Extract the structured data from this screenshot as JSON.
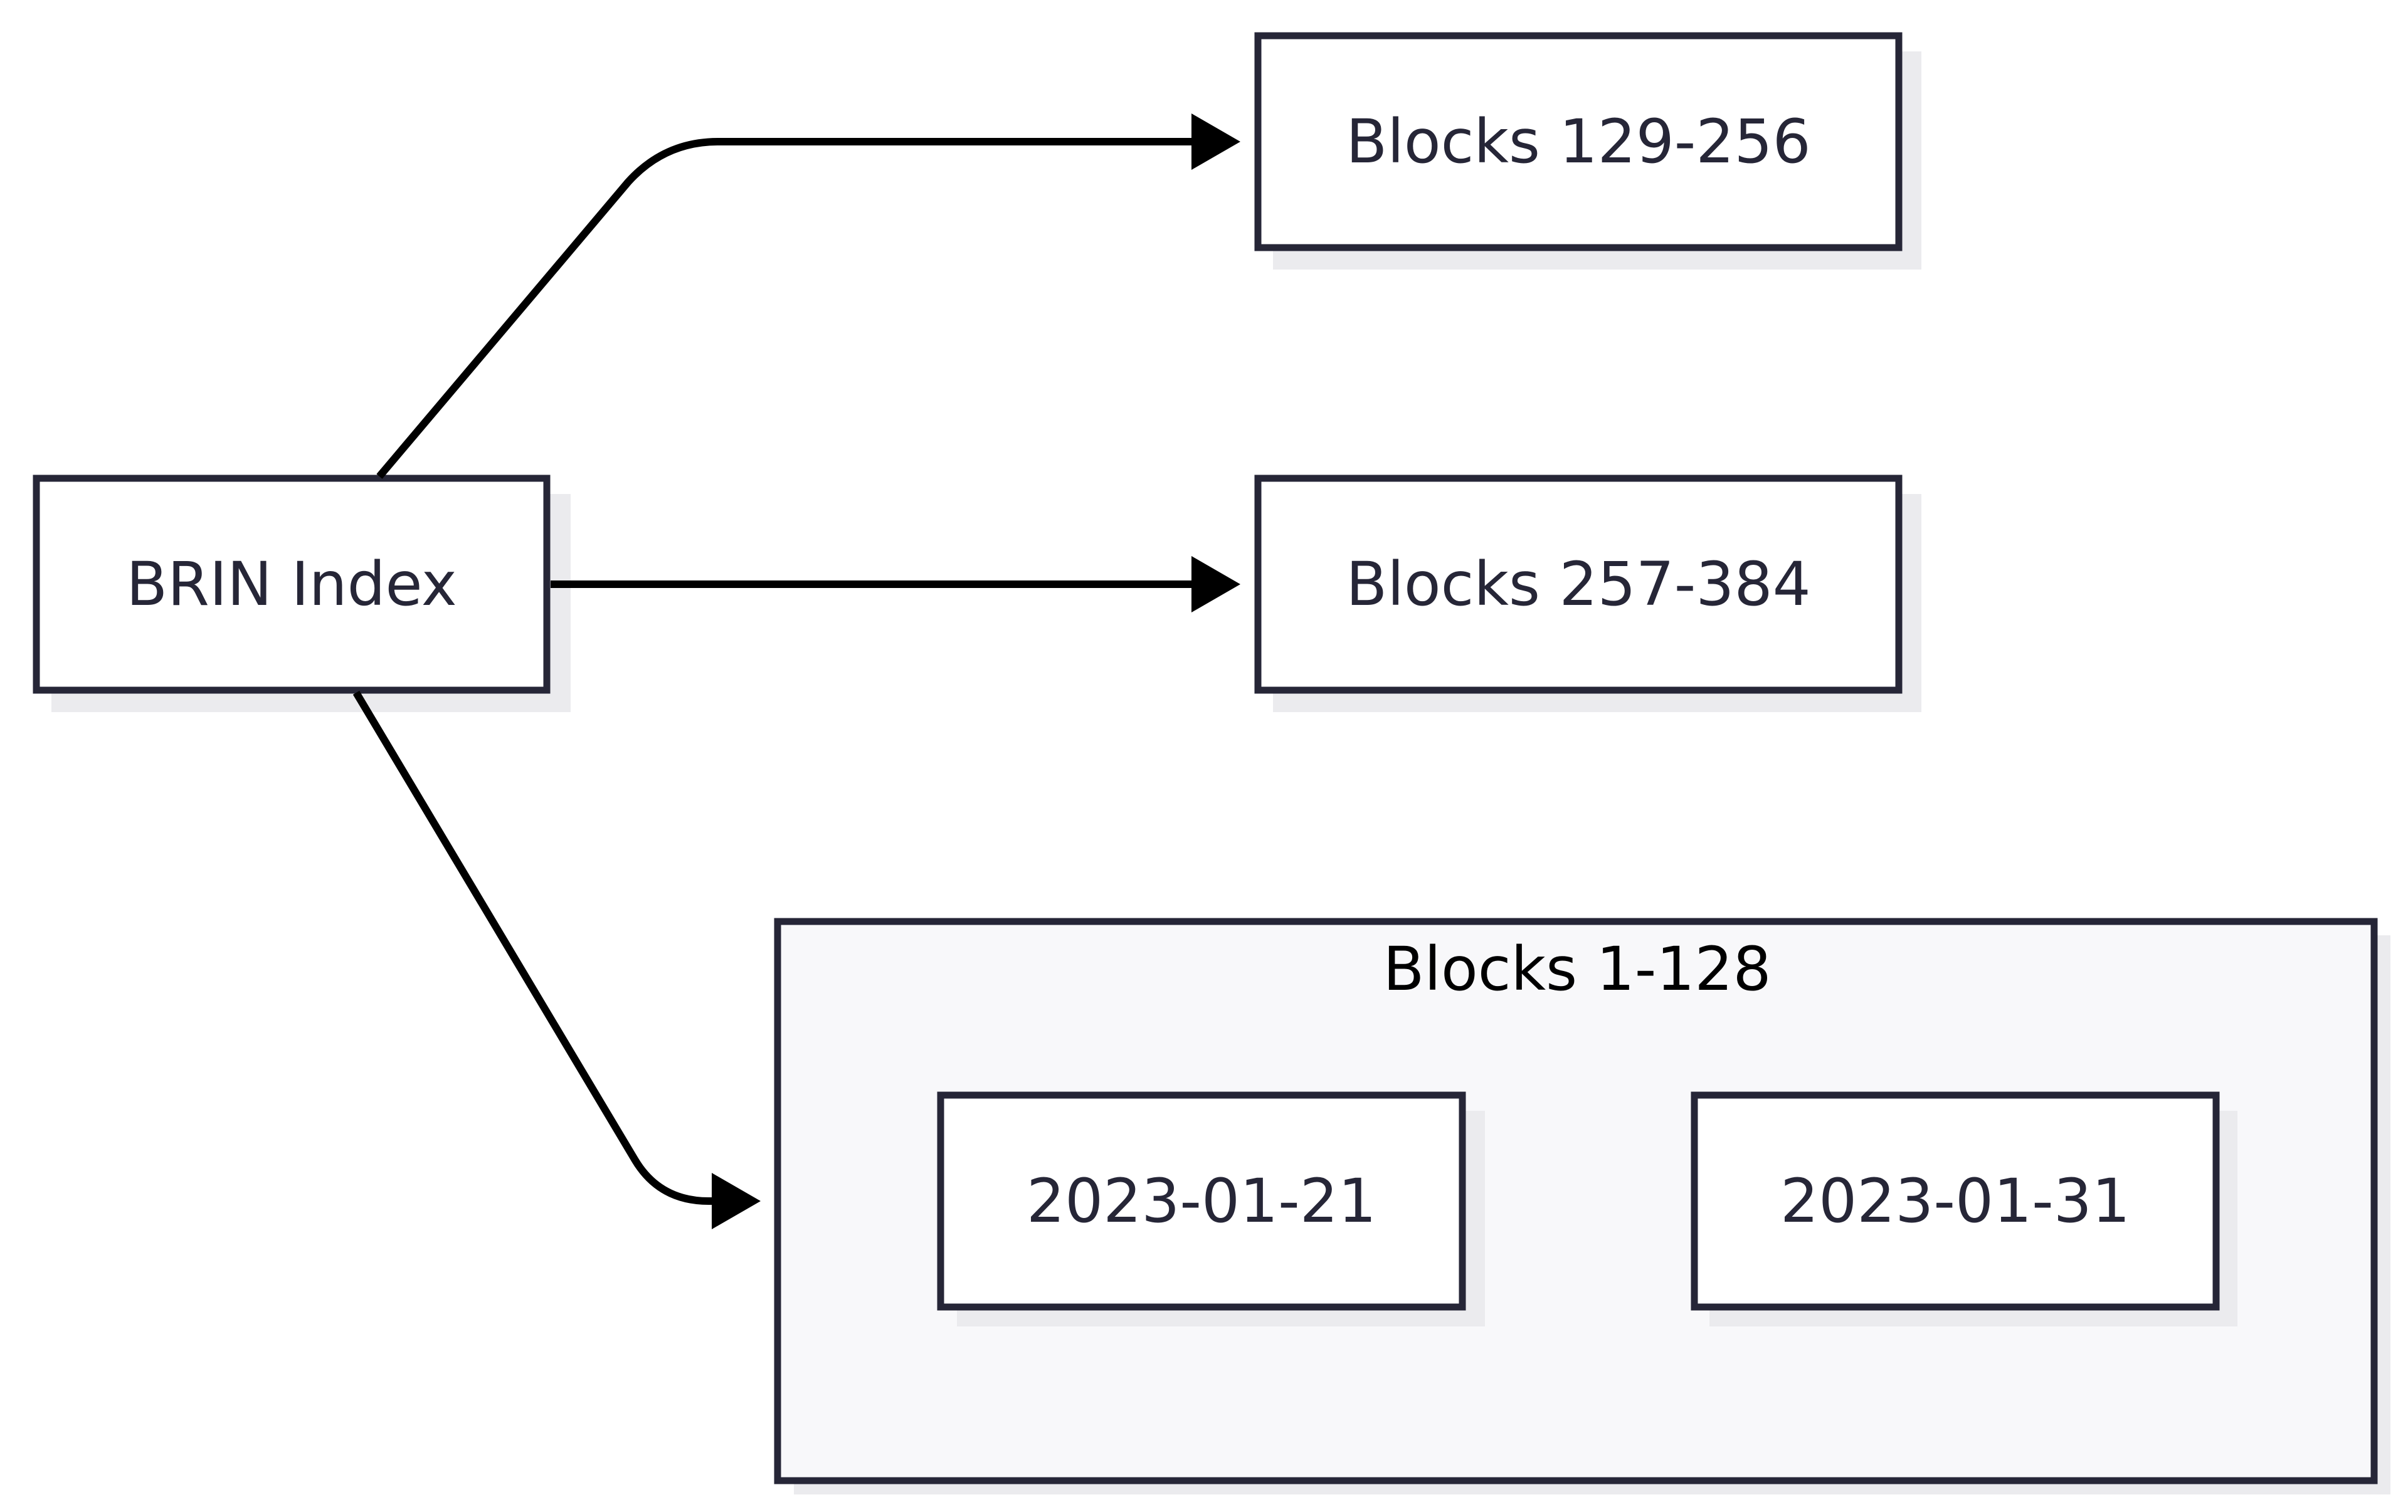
{
  "nodes": {
    "brin_index": "BRIN Index",
    "blocks_129_256": "Blocks 129-256",
    "blocks_257_384": "Blocks 257-384"
  },
  "group": {
    "label": "Blocks 1-128",
    "items": [
      "2023-01-21",
      "2023-01-31"
    ]
  },
  "edges": [
    {
      "from": "BRIN Index",
      "to": "Blocks 129-256"
    },
    {
      "from": "BRIN Index",
      "to": "Blocks 257-384"
    },
    {
      "from": "BRIN Index",
      "to": "Blocks 1-128"
    }
  ],
  "colors": {
    "stroke": "#262637",
    "group_fill": "#f8f8fa",
    "shadow": "#ebebee",
    "edge": "#000000"
  }
}
